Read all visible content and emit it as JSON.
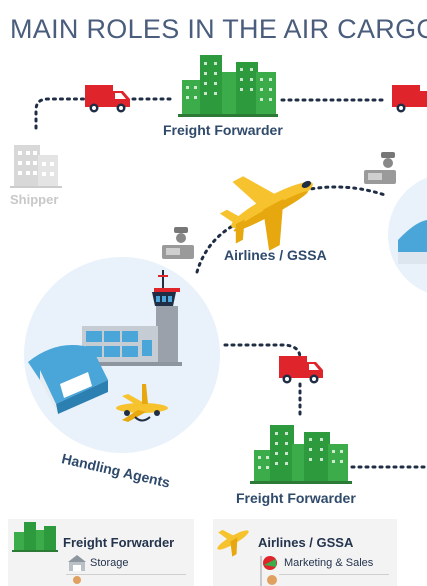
{
  "title": "MAIN ROLES IN THE AIR CARGO",
  "roles": {
    "freight_forwarder_top": "Freight Forwarder",
    "shipper": "Shipper",
    "airlines": "Airlines / GSSA",
    "handling_agents": "Handling Agents",
    "freight_forwarder_bottom": "Freight Forwarder"
  },
  "legend": {
    "card1": {
      "title": "Freight Forwarder",
      "item": "Storage"
    },
    "card2": {
      "title": "Airlines / GSSA",
      "item": "Marketing & Sales"
    }
  },
  "colors": {
    "title": "#4a5d7c",
    "label": "#2f4a6b",
    "truck": "#e0242c",
    "building_green": "#3cac4a",
    "plane_yellow": "#f6c22d",
    "hangar_blue": "#4aa5d8",
    "circle_bg": "#e9f2fa"
  }
}
